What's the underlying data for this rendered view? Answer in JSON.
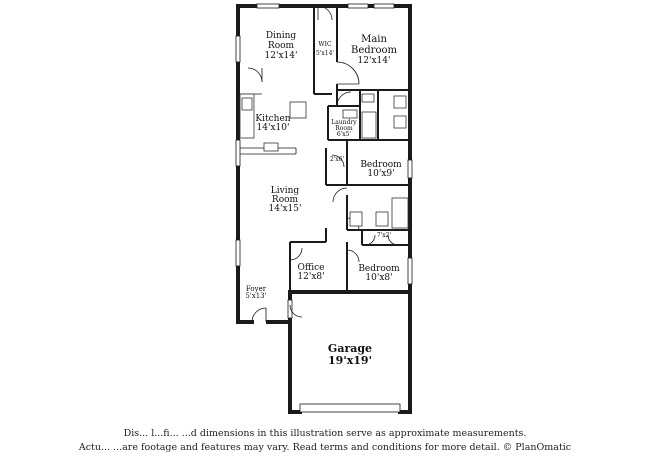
{
  "rooms": {
    "dining": {
      "name": "Dining Room",
      "name1": "Dining",
      "name2": "Room",
      "size": "12'x14'"
    },
    "wic": {
      "name": "WIC",
      "size": "5'x14'"
    },
    "main_bedroom": {
      "name1": "Main",
      "name2": "Bedroom",
      "size": "12'x14'"
    },
    "kitchen": {
      "name": "Kitchen",
      "size": "14'x10'"
    },
    "laundry": {
      "name1": "Laundry",
      "name2": "Room",
      "size": "6'x5'"
    },
    "closet_a": {
      "size": "2'x6'"
    },
    "bedroom_2": {
      "name": "Bedroom",
      "size": "10'x9'"
    },
    "living": {
      "name1": "Living",
      "name2": "Room",
      "size": "14'x15'"
    },
    "closet_b": {
      "size": "7'x2'"
    },
    "office": {
      "name": "Office",
      "size": "12'x8'"
    },
    "bedroom_3": {
      "name": "Bedroom",
      "size": "10'x8'"
    },
    "foyer": {
      "name": "Foyer",
      "size": "5'x13'"
    },
    "garage": {
      "name": "Garage",
      "size": "19'x19'"
    }
  },
  "disclaimer": {
    "line1": "Dis... l...fi... ...d dimensions in this illustration serve as approximate measurements.",
    "line2": "Actu... ...are footage and features may vary. Read terms and conditions for more detail. © PlanOmatic"
  }
}
